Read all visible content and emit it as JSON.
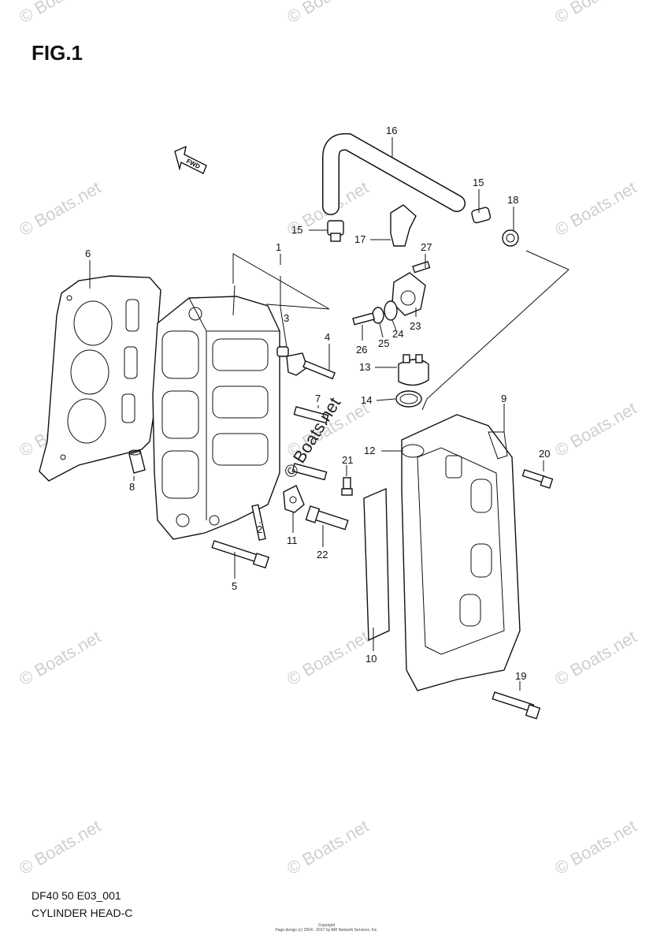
{
  "figure": {
    "title": "FIG.1",
    "code": "DF40 50 E03_001",
    "name": "CYLINDER HEAD-C",
    "copyright_line1": "Copyright",
    "copyright_line2": "Page design (c) 2004 - 2017 by ARI Network Services, Inc."
  },
  "fwd_label": "FWD",
  "watermark_text": "© Boats.net",
  "center_watermark_text": "© Boats.net",
  "callouts": [
    {
      "id": "c1",
      "label": "1"
    },
    {
      "id": "c2",
      "label": "2"
    },
    {
      "id": "c3",
      "label": "3"
    },
    {
      "id": "c4",
      "label": "4"
    },
    {
      "id": "c5",
      "label": "5"
    },
    {
      "id": "c6",
      "label": "6"
    },
    {
      "id": "c7",
      "label": "7"
    },
    {
      "id": "c8",
      "label": "8"
    },
    {
      "id": "c9",
      "label": "9"
    },
    {
      "id": "c10",
      "label": "10"
    },
    {
      "id": "c11",
      "label": "11"
    },
    {
      "id": "c12",
      "label": "12"
    },
    {
      "id": "c13",
      "label": "13"
    },
    {
      "id": "c14",
      "label": "14"
    },
    {
      "id": "c15a",
      "label": "15"
    },
    {
      "id": "c15b",
      "label": "15"
    },
    {
      "id": "c16",
      "label": "16"
    },
    {
      "id": "c17",
      "label": "17"
    },
    {
      "id": "c18",
      "label": "18"
    },
    {
      "id": "c19",
      "label": "19"
    },
    {
      "id": "c20",
      "label": "20"
    },
    {
      "id": "c21",
      "label": "21"
    },
    {
      "id": "c22",
      "label": "22"
    },
    {
      "id": "c23",
      "label": "23"
    },
    {
      "id": "c24",
      "label": "24"
    },
    {
      "id": "c25",
      "label": "25"
    },
    {
      "id": "c26",
      "label": "26"
    },
    {
      "id": "c27",
      "label": "27"
    }
  ]
}
